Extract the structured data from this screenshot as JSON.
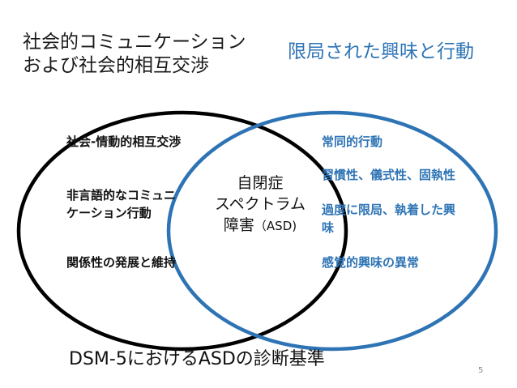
{
  "title_left": {
    "line1": "社会的コミュニケーション",
    "line2": "および社会的相互交渉"
  },
  "title_right": "限局された興味と行動",
  "left_items": [
    "社会-情動的相互交渉",
    "非言語的なコミュニ",
    "ケーション行動",
    "関係性の発展と維持"
  ],
  "right_items": [
    "常同的行動",
    "習慣性、儀式性、固執性",
    "過度に限局、執着した興",
    "味",
    "感覚的興味の異常"
  ],
  "center": {
    "line1": "自閉症",
    "line2": "スペクトラム",
    "line3_main": "障害",
    "line3_small": "（ASD)"
  },
  "footer": "DSM-5におけるASDの診断基準",
  "page_number": "5",
  "colors": {
    "left_circle": "#000000",
    "right_circle": "#2e74b5",
    "right_text": "#2e74b5"
  }
}
